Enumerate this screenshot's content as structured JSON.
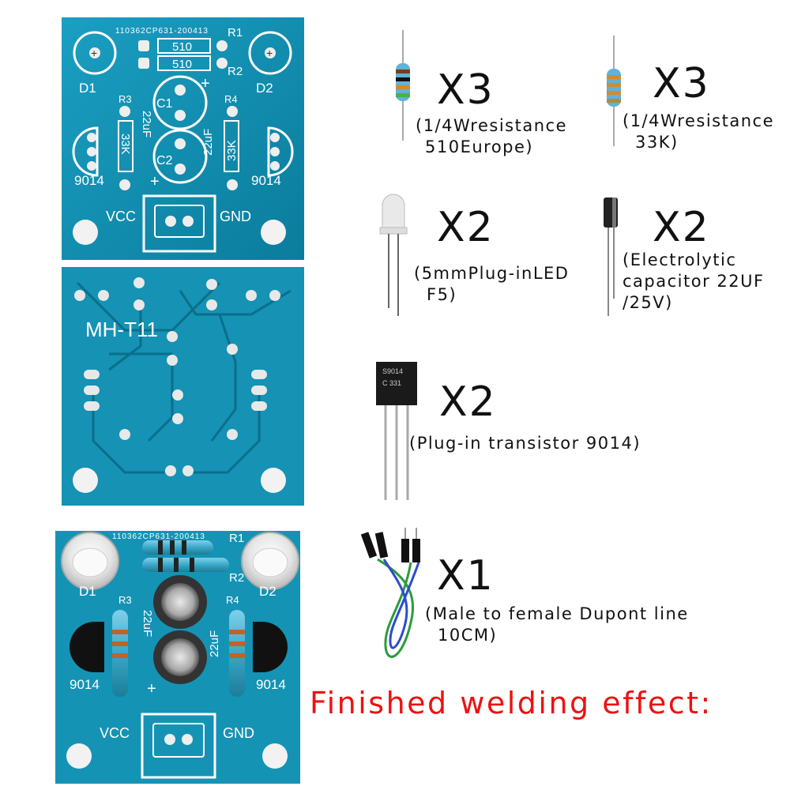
{
  "board_top": {
    "serial": "110362CP631-200413",
    "r1": "R1",
    "r2": "R2",
    "r3": "R3",
    "r4": "R4",
    "res_510_a": "510",
    "res_510_b": "510",
    "d1": "D1",
    "d2": "D2",
    "c1": "C1",
    "c2": "C2",
    "cap_a": "22uF",
    "cap_b": "22uF",
    "res_33k_a": "33K",
    "res_33k_b": "33K",
    "q_left": "9014",
    "q_right": "9014",
    "plus": "+",
    "vcc": "VCC",
    "gnd": "GND"
  },
  "board_back": {
    "model": "MH-T11"
  },
  "board_finished": {
    "serial": "110362CP631-200413",
    "r1": "R1",
    "r2": "R2",
    "r3": "R3",
    "r4": "R4",
    "d1": "D1",
    "d2": "D2",
    "cap_a": "22uF",
    "cap_b": "22uF",
    "q_left": "9014",
    "q_right": "9014",
    "plus": "+",
    "vcc": "VCC",
    "gnd": "GND"
  },
  "components": [
    {
      "qty": "X3",
      "line1": "(1/4Wresistance",
      "line2": "510Europe)",
      "icon": "resistor-icon"
    },
    {
      "qty": "X3",
      "line1": "(1/4Wresistance",
      "line2": "33K)",
      "icon": "resistor-icon"
    },
    {
      "qty": "X2",
      "line1": "(5mmPlug-inLED",
      "line2": "F5)",
      "icon": "led-icon"
    },
    {
      "qty": "X2",
      "line1": "(Electrolytic",
      "line2": "capacitor 22UF",
      "line3": "/25V)",
      "icon": "capacitor-icon"
    },
    {
      "qty": "X2",
      "line1": "(Plug-in transistor 9014)",
      "icon": "transistor-icon",
      "marking1": "S9014",
      "marking2": "C 331"
    },
    {
      "qty": "X1",
      "line1": "(Male to female Dupont line",
      "line2": "10CM)",
      "icon": "dupont-wire-icon"
    }
  ],
  "finished_label": "Finished welding effect:",
  "colors": {
    "pcb": "#0f8fb0",
    "pcb_dark": "#0a7390",
    "pad": "#e8e8e8",
    "silk": "#ffffff",
    "accent_red": "#ee1111"
  }
}
